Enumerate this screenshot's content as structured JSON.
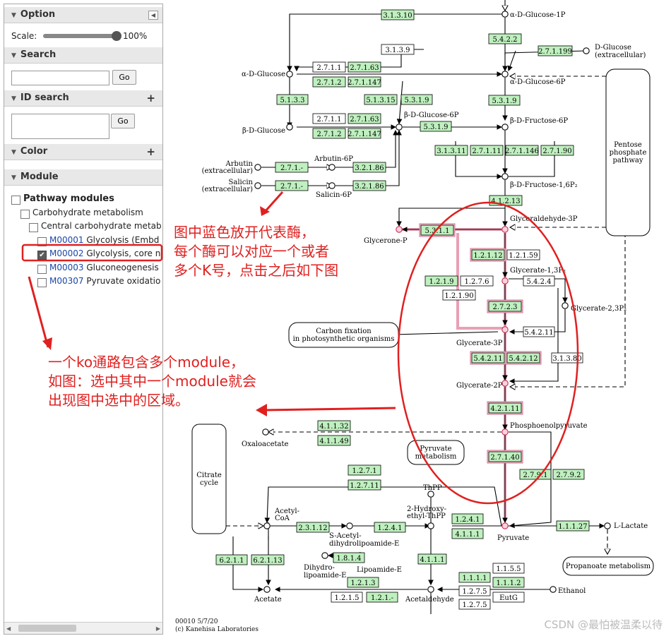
{
  "sidebar": {
    "option_title": "Option",
    "scale_label": "Scale:",
    "scale_value": "100%",
    "scale_fraction": 1.0,
    "search_title": "Search",
    "search_go": "Go",
    "idsearch_title": "ID search",
    "idsearch_go": "Go",
    "color_title": "Color",
    "module_title": "Module",
    "tree": {
      "root": "Pathway modules",
      "cat": "Carbohydrate metabolism",
      "sub": "Central carbohydrate metab",
      "items": [
        {
          "code": "M00001",
          "name": "Glycolysis (Embd",
          "checked": false
        },
        {
          "code": "M00002",
          "name": "Glycolysis, core n",
          "checked": true
        },
        {
          "code": "M00003",
          "name": "Gluconeogenesis",
          "checked": false
        },
        {
          "code": "M00307",
          "name": "Pyruvate oxidatio",
          "checked": false
        }
      ]
    }
  },
  "annotations": {
    "right_lines": [
      "图中蓝色放开代表酶，",
      "每个酶可以对应一个或者",
      "多个K号，点击之后如下图"
    ],
    "left_lines": [
      "一个ko通路包含多个module，",
      "如图：选中其中一个module就会",
      "出现图中选中的区域。"
    ]
  },
  "map": {
    "compounds": {
      "glc1p": "α-D-Glucose-1P",
      "dglc_ext1": "D-Glucose",
      "dglc_ext2": "(extracellular)",
      "aglc": "α-D-Glucose",
      "aglc6p": "α-D-Glucose-6P",
      "bglc": "β-D-Glucose",
      "bglc6p": "β-D-Glucose-6P",
      "bfru6p": "β-D-Fructose-6P",
      "arbutin1": "Arbutin",
      "arbutin2": "(extracellular)",
      "arbutin6p": "Arbutin-6P",
      "salicin1": "Salicin",
      "salicin2": "(extracellular)",
      "salicin6p": "Salicin-6P",
      "fbp": "β-D-Fructose-1,6P₂",
      "gap": "Glyceraldehyde-3P",
      "dhap": "Glycerone-P",
      "bpg": "Glycerate-1,3P₂",
      "bpg23": "Glycerate-2,3P₂",
      "pg3": "Glycerate-3P",
      "pg2": "Glycerate-2P",
      "pep": "Phosphoenolpyruvate",
      "oaa": "Oxaloacetate",
      "pyr": "Pyruvate",
      "lactate": "L-Lactate",
      "accoa1": "Acetyl-",
      "accoa2": "CoA",
      "sacetyl1": "S-Acetyl-",
      "sacetyl2": "dihydrolipoamide-E",
      "hydroxy1": "2-Hydroxy-",
      "hydroxy2": "ethyl-ThPP",
      "thpp": "ThPP",
      "dihydro1": "Dihydro-",
      "dihydro2": "lipoamide-E",
      "lipoamide": "Lipoamide-E",
      "acetate": "Acetate",
      "acetald": "Acetaldehyde",
      "ethanol": "Ethanol"
    },
    "pathways": {
      "pentose1": "Pentose",
      "pentose2": "phosphate",
      "pentose3": "pathway",
      "carbon1": "Carbon fixation",
      "carbon2": "in photosynthetic organisms",
      "pyrmet1": "Pyruvate",
      "pyrmet2": "metabolism",
      "citrate1": "Citrate",
      "citrate2": "cycle",
      "propanoate": "Propanoate metabolism"
    },
    "enzymes": [
      "3.1.3.10",
      "5.4.2.2",
      "3.1.3.9",
      "2.7.1.199",
      "2.7.1.1",
      "2.7.1.63",
      "2.7.1.2",
      "2.7.1.147",
      "5.1.3.3",
      "5.1.3.15",
      "5.3.1.9",
      "5.3.1.9",
      "2.7.1.1",
      "2.7.1.63",
      "2.7.1.2",
      "2.7.1.147",
      "5.3.1.9",
      "3.1.3.11",
      "2.7.1.11",
      "2.7.1.146",
      "2.7.1.90",
      "2.7.1.-",
      "3.2.1.86",
      "2.7.1.-",
      "3.2.1.86",
      "4.1.2.13",
      "5.3.1.1",
      "1.2.1.12",
      "1.2.1.59",
      "1.2.1.9",
      "1.2.7.6",
      "1.2.1.90",
      "5.4.2.4",
      "2.7.2.3",
      "5.4.2.11",
      "5.4.2.11",
      "5.4.2.12",
      "3.1.3.80",
      "4.2.1.11",
      "4.1.1.32",
      "4.1.1.49",
      "2.7.1.40",
      "2.7.9.1",
      "2.7.9.2",
      "1.2.7.1",
      "1.2.7.11",
      "1.2.4.1",
      "1.2.4.1",
      "2.3.1.12",
      "4.1.1.1",
      "1.8.1.4",
      "1.1.1.27",
      "6.2.1.1",
      "6.2.1.13",
      "4.1.1.1",
      "1.2.1.3",
      "1.1.1.1",
      "1.1.5.5",
      "1.1.1.2",
      "1.2.1.5",
      "1.2.1.-",
      "1.2.7.5",
      "EutG",
      "1.2.7.5"
    ]
  },
  "copyright": {
    "line1": "00010 5/7/20",
    "line2": "(c) Kanehisa Laboratories"
  },
  "watermark": "CSDN @最怕被温柔以待"
}
